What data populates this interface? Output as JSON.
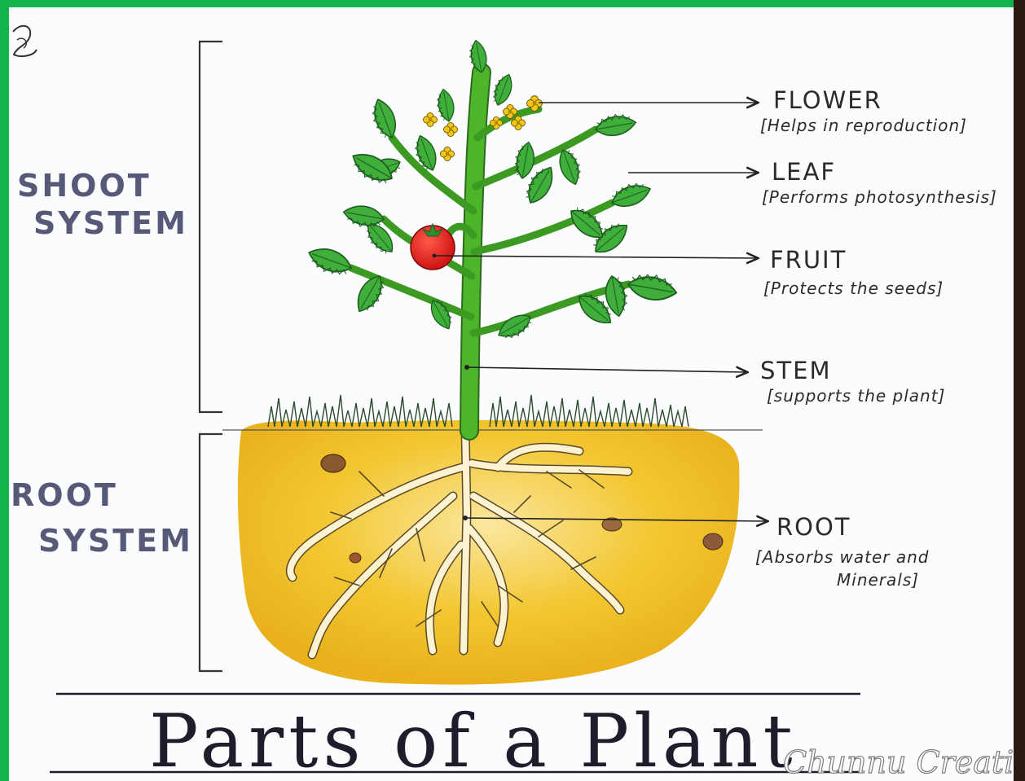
{
  "diagram": {
    "title": "Parts of a Plant",
    "systems": {
      "shoot": [
        "SHOOT",
        "SYSTEM"
      ],
      "root": [
        "ROOT",
        "SYSTEM"
      ]
    },
    "parts": [
      {
        "name": "FLOWER",
        "function": "[Helps in reproduction]"
      },
      {
        "name": "LEAF",
        "function": "[Performs photosynthesis]"
      },
      {
        "name": "FRUIT",
        "function": "[Protects the seeds]"
      },
      {
        "name": "STEM",
        "function": "[supports the plant]"
      },
      {
        "name": "ROOT",
        "function": "[Absorbs water and",
        "function_line2": "Minerals]"
      }
    ],
    "watermark": "Chunnu Creatio",
    "colors": {
      "border": "#12b34a",
      "leaf": "#3aa93a",
      "stem": "#4cb52a",
      "fruit": "#e41e1e",
      "soil": "#f2c12a",
      "root": "#fdf3d0",
      "flower": "#f5c518",
      "bracket": "#333333"
    }
  }
}
